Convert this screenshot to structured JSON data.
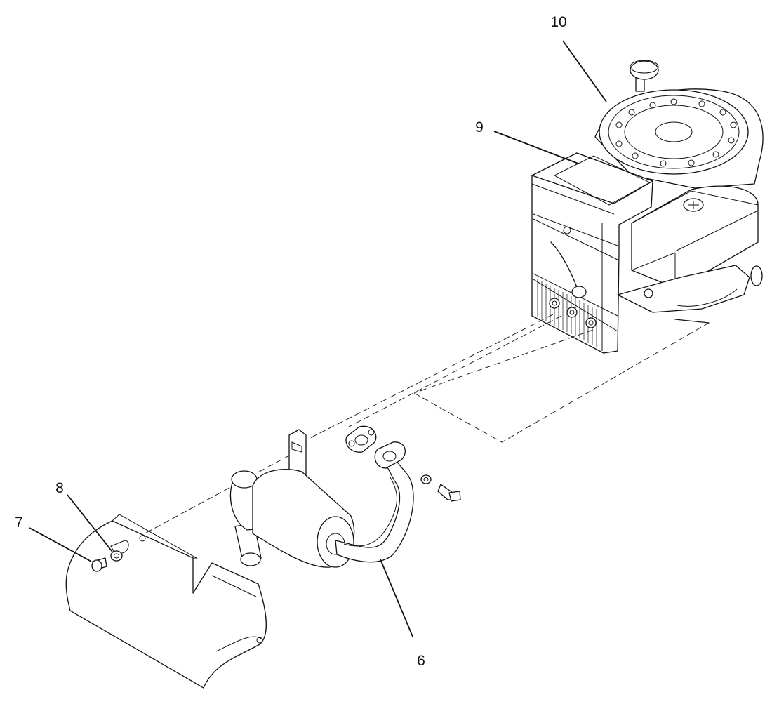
{
  "diagram": {
    "callouts": [
      {
        "id": "muffler_assembly",
        "label": "6"
      },
      {
        "id": "screw",
        "label": "7"
      },
      {
        "id": "washer",
        "label": "8"
      },
      {
        "id": "engine",
        "label": "9"
      },
      {
        "id": "flywheel",
        "label": "10"
      }
    ]
  }
}
